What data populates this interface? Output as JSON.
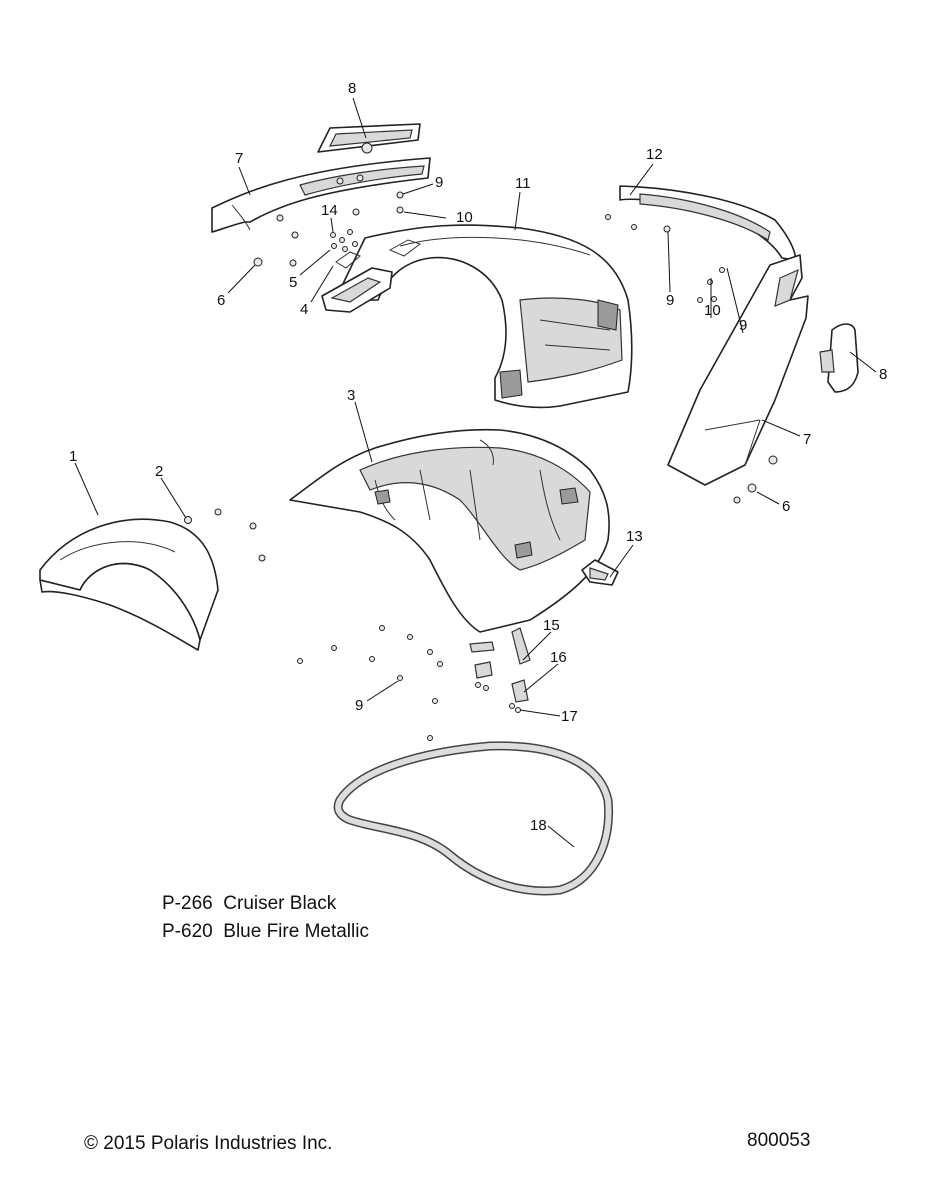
{
  "callouts": [
    {
      "id": "c8a",
      "label": "8"
    },
    {
      "id": "c7a",
      "label": "7"
    },
    {
      "id": "c9a",
      "label": "9"
    },
    {
      "id": "c11",
      "label": "11"
    },
    {
      "id": "c12",
      "label": "12"
    },
    {
      "id": "c14",
      "label": "14"
    },
    {
      "id": "c10a",
      "label": "10"
    },
    {
      "id": "c5",
      "label": "5"
    },
    {
      "id": "c6a",
      "label": "6"
    },
    {
      "id": "c4",
      "label": "4"
    },
    {
      "id": "c9b",
      "label": "9"
    },
    {
      "id": "c10b",
      "label": "10"
    },
    {
      "id": "c9c",
      "label": "9"
    },
    {
      "id": "c8b",
      "label": "8"
    },
    {
      "id": "c3",
      "label": "3"
    },
    {
      "id": "c7b",
      "label": "7"
    },
    {
      "id": "c1",
      "label": "1"
    },
    {
      "id": "c2",
      "label": "2"
    },
    {
      "id": "c6b",
      "label": "6"
    },
    {
      "id": "c13",
      "label": "13"
    },
    {
      "id": "c15",
      "label": "15"
    },
    {
      "id": "c16",
      "label": "16"
    },
    {
      "id": "c9d",
      "label": "9"
    },
    {
      "id": "c17",
      "label": "17"
    },
    {
      "id": "c18",
      "label": "18"
    }
  ],
  "paint_codes": [
    {
      "code": "P-266",
      "name": "Cruiser Black"
    },
    {
      "code": "P-620",
      "name": "Blue Fire Metallic"
    }
  ],
  "footer": {
    "copyright": "© 2015 Polaris Industries Inc.",
    "drawing_number": "800053"
  }
}
